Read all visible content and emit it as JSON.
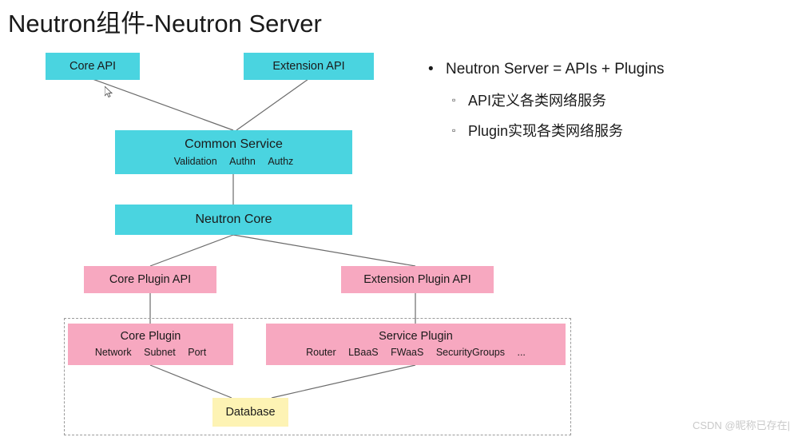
{
  "title": "Neutron组件-Neutron Server",
  "nodes": {
    "core_api": {
      "label": "Core API"
    },
    "extension_api": {
      "label": "Extension API"
    },
    "common_service": {
      "label": "Common Service",
      "sub": [
        "Validation",
        "Authn",
        "Authz"
      ]
    },
    "neutron_core": {
      "label": "Neutron Core"
    },
    "core_plugin_api": {
      "label": "Core Plugin API"
    },
    "extension_plugin_api": {
      "label": "Extension Plugin API"
    },
    "core_plugin": {
      "label": "Core Plugin",
      "sub": [
        "Network",
        "Subnet",
        "Port"
      ]
    },
    "service_plugin": {
      "label": "Service Plugin",
      "sub": [
        "Router",
        "LBaaS",
        "FWaaS",
        "SecurityGroups",
        "..."
      ]
    },
    "database": {
      "label": "Database"
    }
  },
  "bullets": {
    "level1": "Neutron Server = APIs + Plugins",
    "level1_marker": "•",
    "level2_marker": "▫",
    "level2": [
      "API定义各类网络服务",
      "Plugin实现各类网络服务"
    ]
  },
  "watermark": "CSDN @昵称已存在|",
  "colors": {
    "cyan": "#4ad4e0",
    "pink": "#f7a8c0",
    "yellow": "#fdf3b4",
    "line": "#6b6b6b",
    "dashed": "#9b9b9b"
  }
}
